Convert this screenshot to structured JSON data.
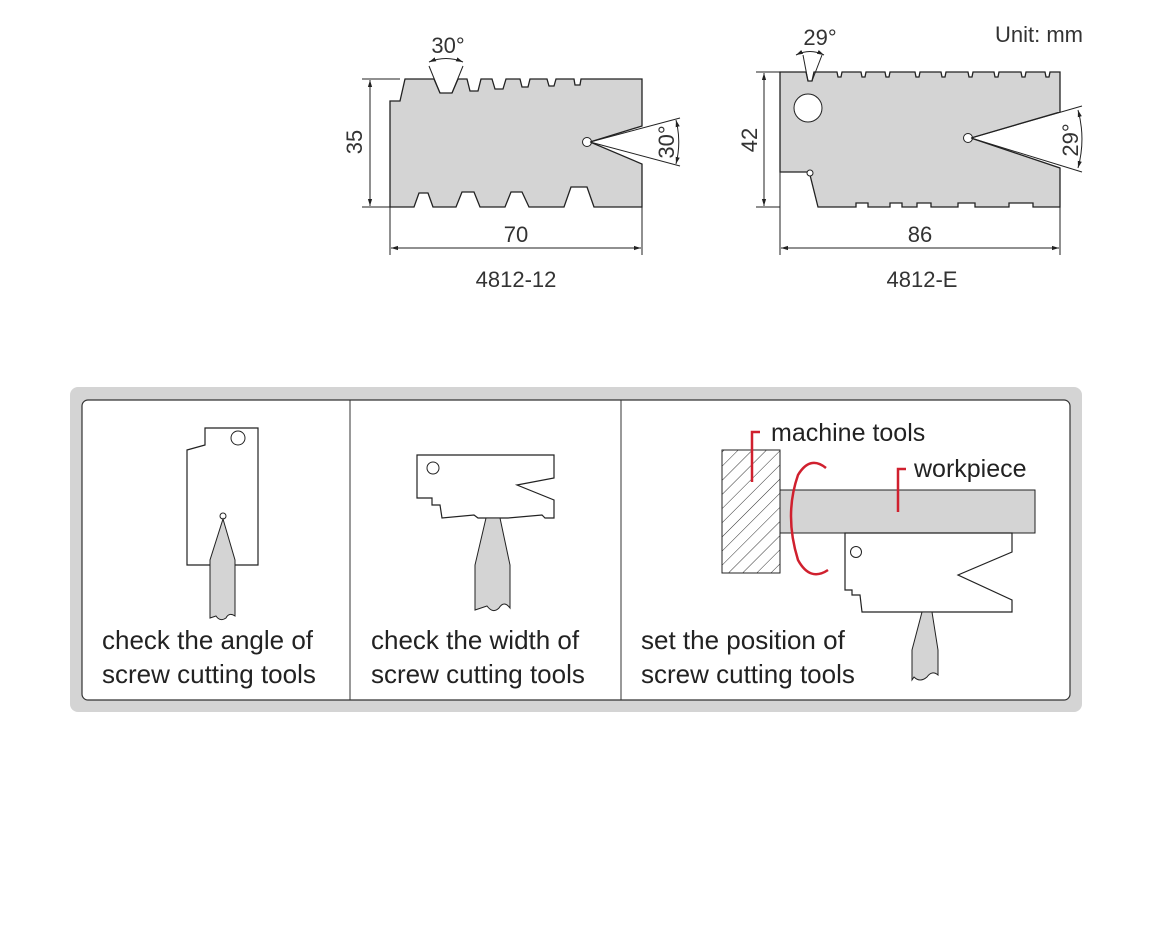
{
  "unit_label": "Unit: mm",
  "gauges": [
    {
      "model": "4812-12",
      "height": "35",
      "width": "70",
      "top_angle": "30°",
      "side_angle": "30°"
    },
    {
      "model": "4812-E",
      "height": "42",
      "width": "86",
      "top_angle": "29°",
      "side_angle": "29°"
    }
  ],
  "usage_panels": [
    {
      "line1": "check the angle of",
      "line2": "screw cutting tools"
    },
    {
      "line1": "check the width of",
      "line2": "screw cutting tools"
    },
    {
      "line1": "set the position of",
      "line2": "screw cutting tools",
      "label_machine": "machine tools",
      "label_workpiece": "workpiece"
    }
  ],
  "colors": {
    "gauge_fill": "#d4d4d4",
    "accent_red": "#d0202e",
    "panel_frame": "#d4d4d4"
  }
}
